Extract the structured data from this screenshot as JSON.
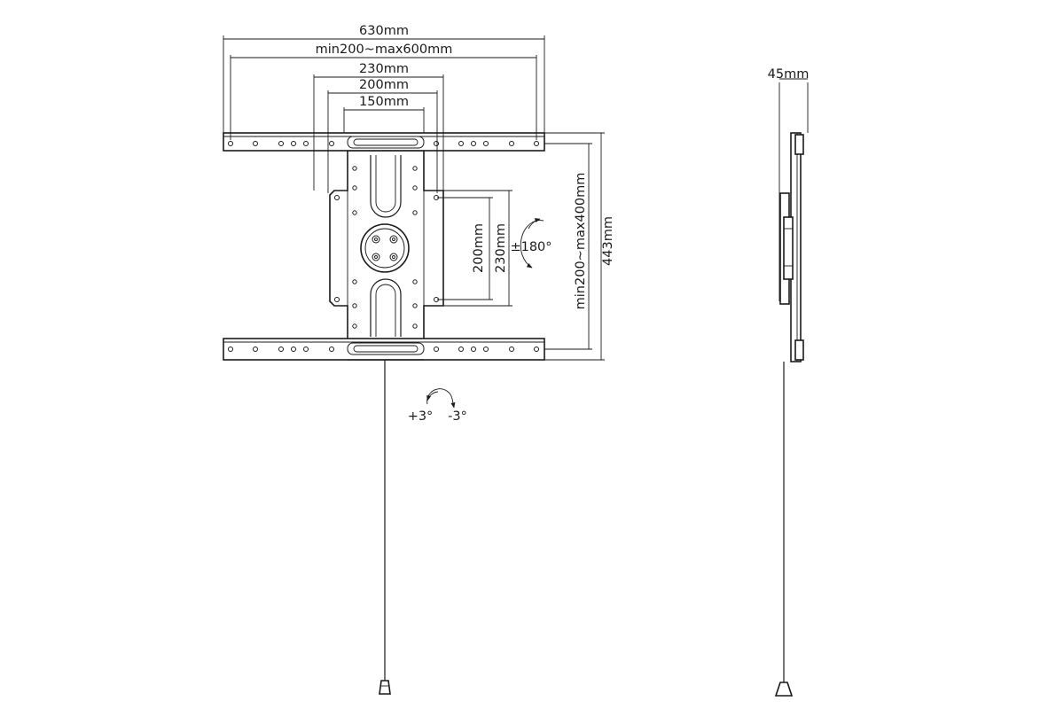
{
  "front_view": {
    "dims": {
      "overall_width": "630mm",
      "adjust_range_width": "min200~max600mm",
      "width_230": "230mm",
      "width_200": "200mm",
      "width_150": "150mm",
      "height_200": "200mm",
      "height_230": "230mm",
      "adjust_range_height": "min200~max400mm",
      "overall_height": "443mm"
    },
    "rotation_label": "±180°",
    "tilt_plus": "+3°",
    "tilt_minus": "-3°"
  },
  "side_view": {
    "depth": "45mm"
  }
}
